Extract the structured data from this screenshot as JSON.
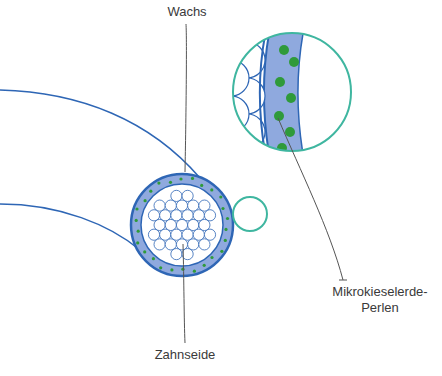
{
  "diagram": {
    "labels": [
      "Wachs",
      "Mikrokieselerde- Perlen",
      "Zahnseide"
    ]
  }
}
